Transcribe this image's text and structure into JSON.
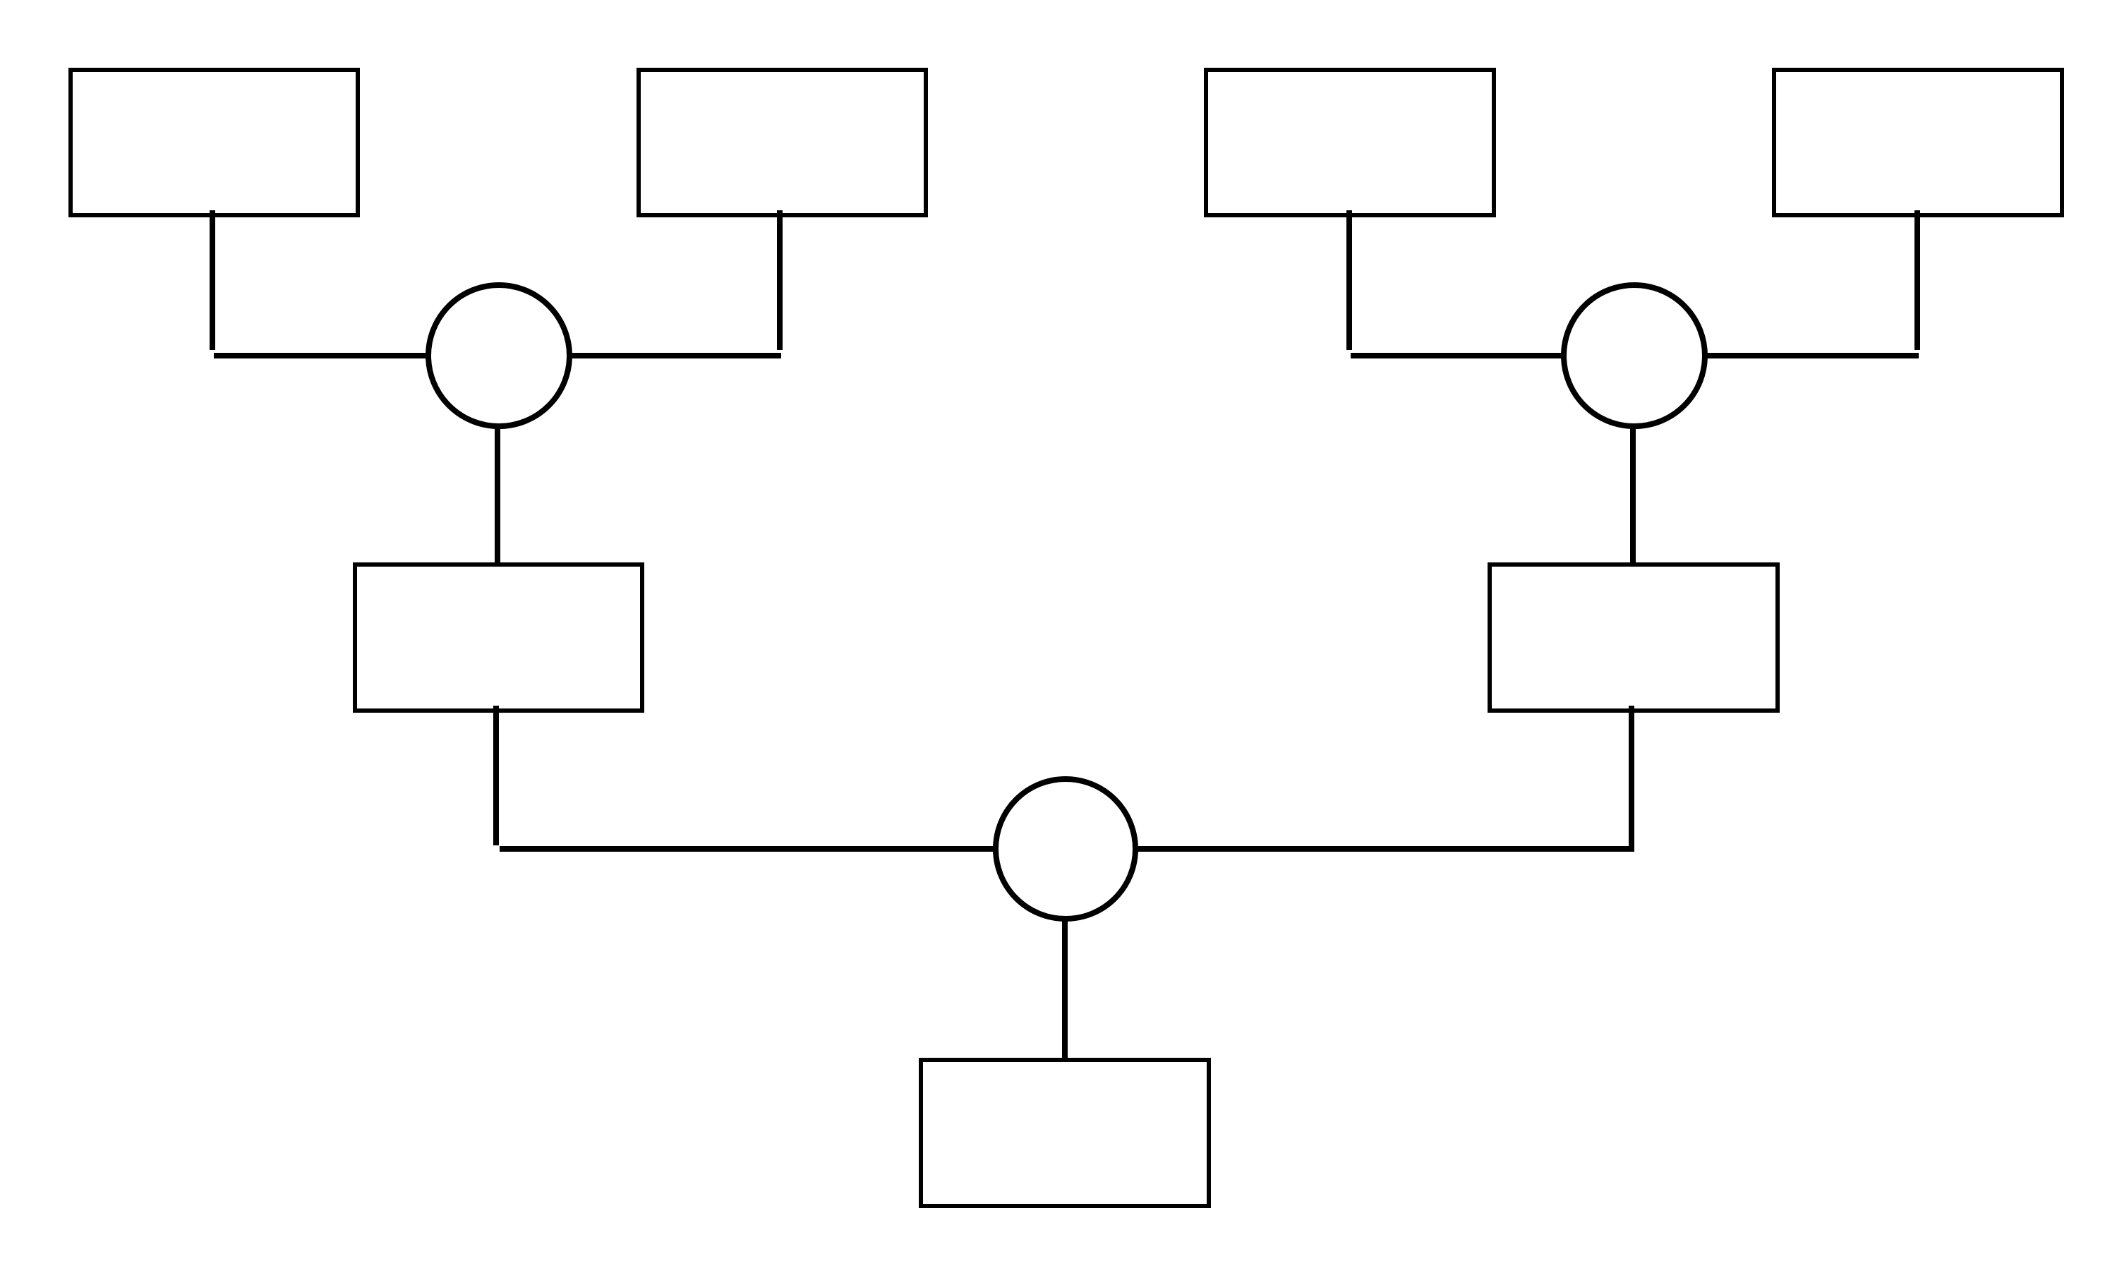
{
  "diagram": {
    "type": "tree",
    "stroke_color": "#000000",
    "background_color": "#ffffff",
    "boxes": [
      {
        "id": "gen3-box-1",
        "label": ""
      },
      {
        "id": "gen3-box-2",
        "label": ""
      },
      {
        "id": "gen3-box-3",
        "label": ""
      },
      {
        "id": "gen3-box-4",
        "label": ""
      },
      {
        "id": "gen2-box-left",
        "label": ""
      },
      {
        "id": "gen2-box-right",
        "label": ""
      },
      {
        "id": "root-box",
        "label": ""
      }
    ],
    "junctions": [
      {
        "id": "junction-left"
      },
      {
        "id": "junction-right"
      },
      {
        "id": "junction-root"
      }
    ]
  }
}
